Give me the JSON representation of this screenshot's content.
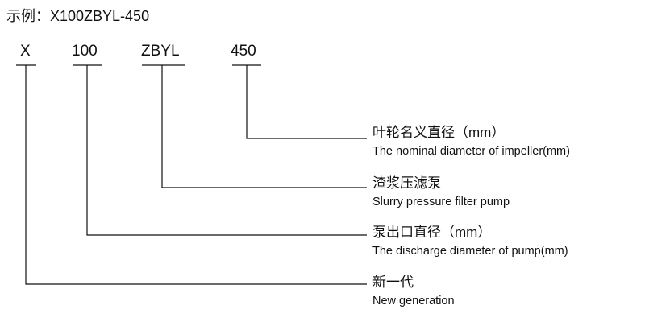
{
  "title": "示例：X100ZBYL-450",
  "codes": {
    "x": "X",
    "diameter": "100",
    "type": "ZBYL",
    "impeller": "450"
  },
  "labels": {
    "impeller": {
      "cn": "叶轮名义直径（mm）",
      "en": "The nominal diameter of impeller(mm)"
    },
    "type": {
      "cn": "渣浆压滤泵",
      "en": "Slurry pressure filter pump"
    },
    "discharge": {
      "cn": "泵出口直径（mm）",
      "en": "The discharge diameter of pump(mm)"
    },
    "generation": {
      "cn": "新一代",
      "en": "New generation"
    }
  }
}
